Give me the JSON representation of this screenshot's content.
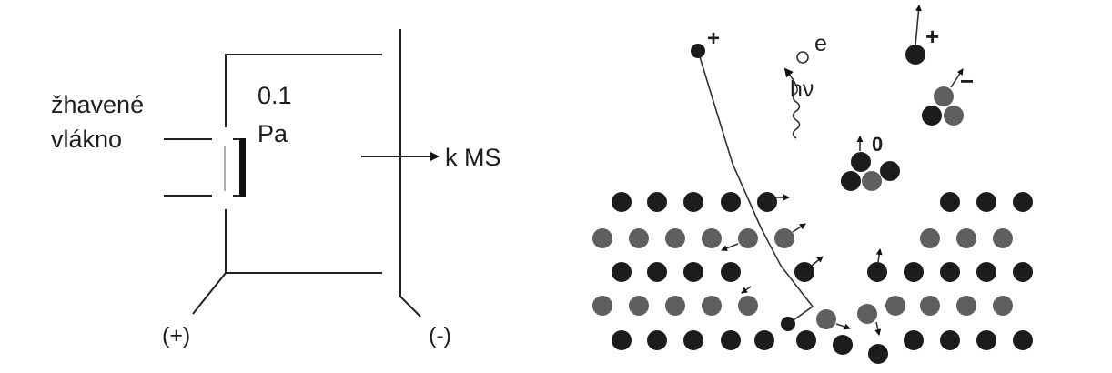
{
  "source": {
    "filament_label_line1": "žhavené",
    "filament_label_line2": "vlákno",
    "pressure_value": "0.1",
    "pressure_unit": "Pa",
    "output_label": "k MS",
    "anode_polarity": "(+)",
    "cathode_polarity": "(-)"
  },
  "sputtering": {
    "incident_ion_sign": "+",
    "electron_label": "e",
    "photon_label": "hν",
    "positive_ion_sign": "+",
    "negative_cluster_sign": "−",
    "neutral_cluster_sign": "0"
  },
  "colors": {
    "atom_dark": "#1c1c1c",
    "atom_grey": "#5f5f5f",
    "line": "#222222"
  }
}
